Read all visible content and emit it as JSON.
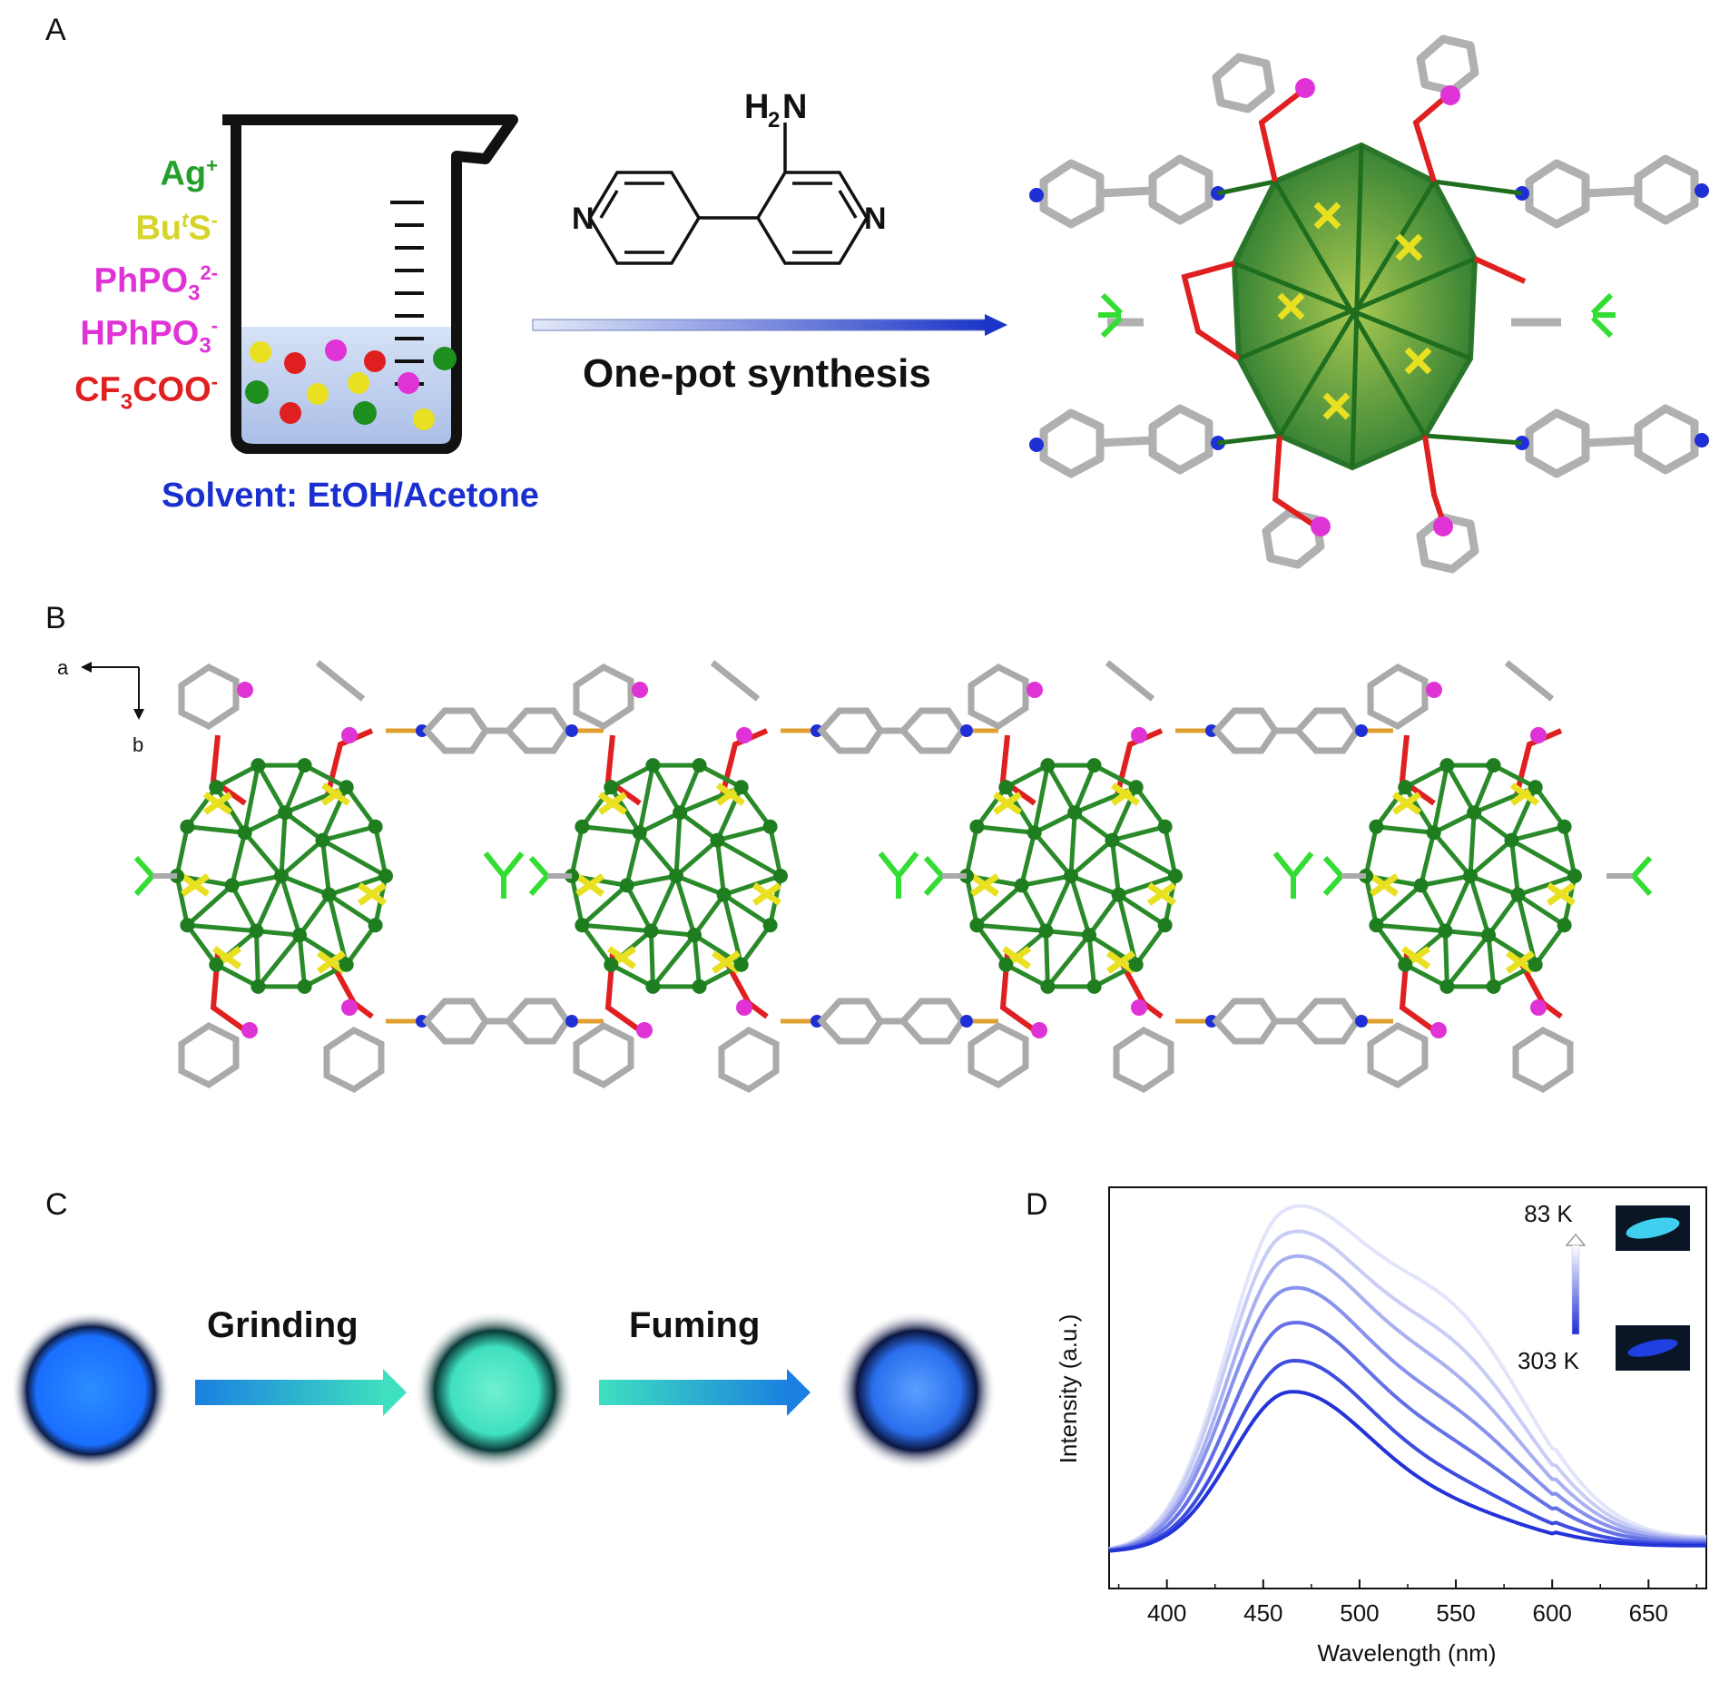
{
  "panels": {
    "a": {
      "label": "A",
      "reagents": [
        {
          "text": "Ag",
          "sup": "+",
          "sub": "",
          "color": "#22a02a"
        },
        {
          "text": "Bu",
          "sup": "t",
          "mid": "S",
          "sup2": "-",
          "color": "#d6d42a"
        },
        {
          "text": "PhPO",
          "sub": "3",
          "sup": "2-",
          "color": "#e033d6"
        },
        {
          "text": "HPhPO",
          "sub": "3",
          "sup": "-",
          "color": "#e033d6"
        },
        {
          "text": "CF",
          "sub": "3",
          "mid": "COO",
          "sup": "-",
          "color": "#e02020"
        }
      ],
      "solvent": "Solvent: EtOH/Acetone",
      "ligand_nh2": "H",
      "ligand_nh2_sub": "2",
      "ligand_nh2_n": "N",
      "ligand_n_left": "N",
      "ligand_n_right": "N",
      "arrow_label": "One-pot synthesis"
    },
    "b": {
      "label": "B",
      "axis_a": "a",
      "axis_b": "b"
    },
    "c": {
      "label": "C",
      "step1": "Grinding",
      "step2": "Fuming"
    },
    "d": {
      "label": "D",
      "temp_high": "83 K",
      "temp_low": "303 K"
    }
  },
  "colors": {
    "ag": "#1e7d1e",
    "s": "#e8e020",
    "p": "#e033d6",
    "o": "#e02020",
    "n": "#1f2fd6",
    "f": "#33dd33",
    "c": "#a8a8a8",
    "blue_emission": "#1a6fff",
    "green_emission": "#3fe0c0"
  },
  "chart_data": {
    "type": "line",
    "title": "",
    "xlabel": "Wavelength (nm)",
    "ylabel": "Intensity (a.u.)",
    "xlim": [
      370,
      680
    ],
    "xticks": [
      400,
      450,
      500,
      550,
      600,
      650
    ],
    "y_ticks_shown": false,
    "grid": false,
    "legend": "colour bar top-right, 83 K (light) to 303 K (dark blue)",
    "series": [
      {
        "peak_x": 460,
        "peak_y": 1.0,
        "shoulder_y": 0.62,
        "color": "#e2e4fb"
      },
      {
        "peak_x": 460,
        "peak_y": 0.93,
        "shoulder_y": 0.52,
        "color": "#c9cdf6"
      },
      {
        "peak_x": 461,
        "peak_y": 0.86,
        "shoulder_y": 0.43,
        "color": "#aab1f1"
      },
      {
        "peak_x": 461,
        "peak_y": 0.77,
        "shoulder_y": 0.34,
        "color": "#8891ec"
      },
      {
        "peak_x": 462,
        "peak_y": 0.67,
        "shoulder_y": 0.25,
        "color": "#6470e6"
      },
      {
        "peak_x": 463,
        "peak_y": 0.56,
        "shoulder_y": 0.16,
        "color": "#3e4ce0"
      },
      {
        "peak_x": 463,
        "peak_y": 0.47,
        "shoulder_y": 0.1,
        "color": "#2333d8"
      }
    ]
  }
}
